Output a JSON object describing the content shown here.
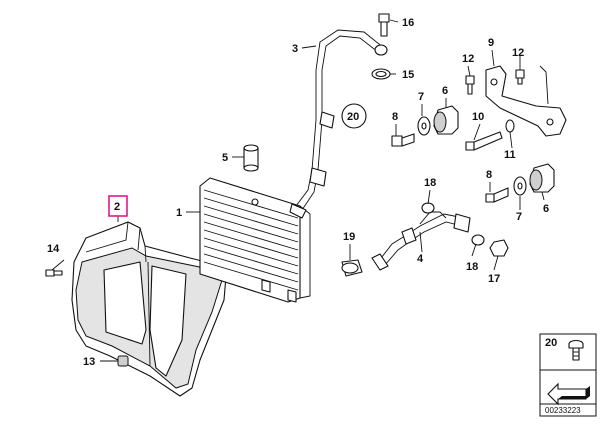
{
  "labels": {
    "p1": "1",
    "p2": "2",
    "p3": "3",
    "p4": "4",
    "p5": "5",
    "p6a": "6",
    "p6b": "6",
    "p7a": "7",
    "p7b": "7",
    "p8a": "8",
    "p8b": "8",
    "p9": "9",
    "p10": "10",
    "p11": "11",
    "p12a": "12",
    "p12b": "12",
    "p13": "13",
    "p14": "14",
    "p15": "15",
    "p16": "16",
    "p17": "17",
    "p18a": "18",
    "p18b": "18",
    "p19": "19",
    "p20": "20",
    "p20legend": "20"
  },
  "highlight_color": "#e0198a",
  "catalog_number": "00233223"
}
